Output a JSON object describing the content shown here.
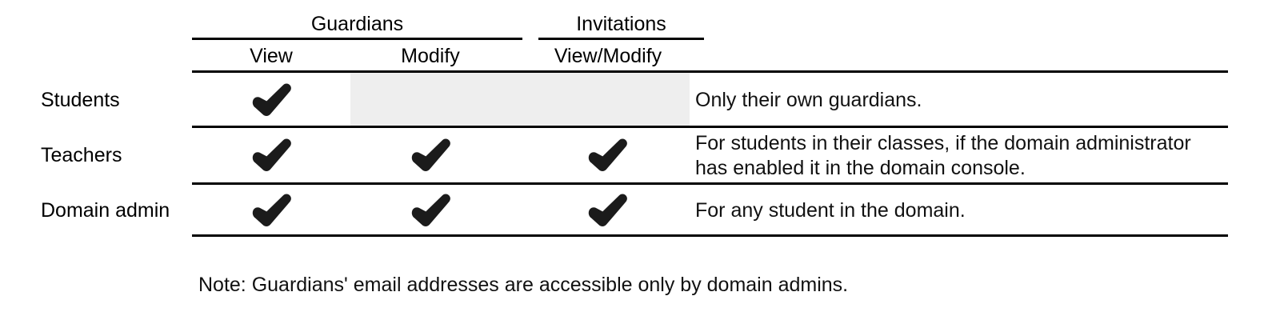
{
  "table": {
    "column_groups": [
      {
        "label": "Guardians",
        "spans": [
          "View",
          "Modify"
        ]
      },
      {
        "label": "Invitations",
        "spans": [
          "View/Modify"
        ]
      }
    ],
    "columns": [
      {
        "key": "role",
        "label": ""
      },
      {
        "key": "guardians_view",
        "label": "View",
        "group": "Guardians"
      },
      {
        "key": "guardians_modify",
        "label": "Modify",
        "group": "Guardians"
      },
      {
        "key": "invitations_view_modify",
        "label": "View/Modify",
        "group": "Invitations"
      },
      {
        "key": "description",
        "label": ""
      }
    ],
    "rows": [
      {
        "role": "Students",
        "guardians_view": "check",
        "guardians_modify": "disabled",
        "invitations_view_modify": "disabled",
        "description": "Only their own guardians."
      },
      {
        "role": "Teachers",
        "guardians_view": "check",
        "guardians_modify": "check",
        "invitations_view_modify": "check",
        "description": "For students in their classes, if the domain administrator has enabled it in the domain console."
      },
      {
        "role": "Domain admin",
        "guardians_view": "check",
        "guardians_modify": "check",
        "invitations_view_modify": "check",
        "description": "For any student in the domain."
      }
    ]
  },
  "footnote": {
    "text": "Note: Guardians' email addresses are accessible only by domain admins."
  },
  "icons": {
    "check": "check-mark-icon"
  },
  "colors": {
    "text": "#111111",
    "rule": "#000000",
    "disabled_cell": "#eeeeee",
    "background": "#ffffff"
  }
}
